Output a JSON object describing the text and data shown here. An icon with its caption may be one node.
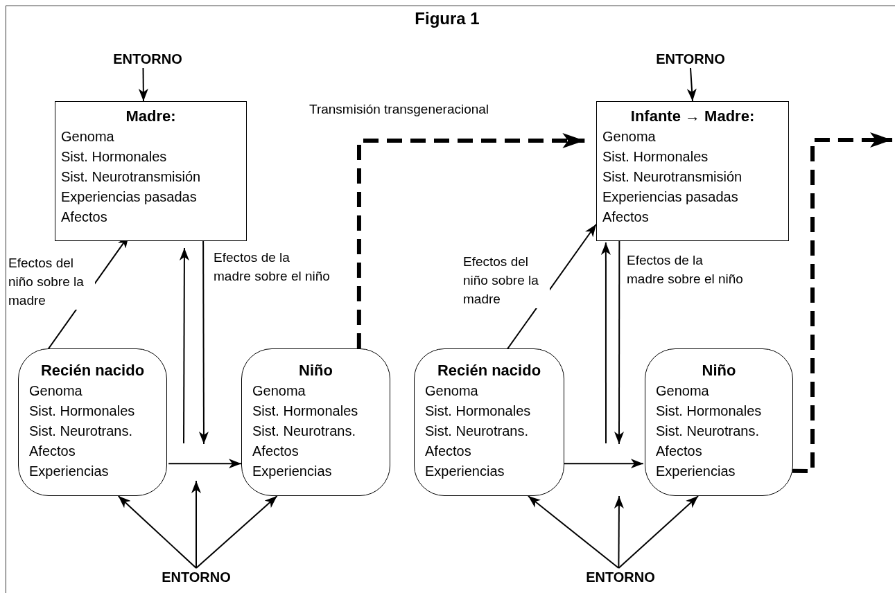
{
  "diagram": {
    "title": "Figura 1",
    "nodes": [
      {
        "text": [
          "ENTORNO"
        ]
      },
      {
        "text": [
          "Madre:",
          "Genoma",
          "Sist. Hormonales",
          "Sist. Neurotransmisión",
          "Experiencias pasadas",
          "Afectos"
        ]
      },
      {
        "text": [
          "Recién nacido",
          "Genoma",
          "Sist. Hormonales",
          "Sist. Neurotrans.",
          "Afectos",
          "Experiencias"
        ]
      },
      {
        "text": [
          "Niño",
          "Genoma",
          "Sist. Hormonales",
          "Sist. Neurotrans.",
          "Afectos",
          "Experiencias"
        ]
      },
      {
        "text": [
          "ENTORNO"
        ]
      },
      {
        "text": [
          "ENTORNO"
        ]
      },
      {
        "text": [
          "Infante → Madre:",
          "Genoma",
          "Sist. Hormonales",
          "Sist. Neurotransmisión",
          "Experiencias pasadas",
          "Afectos"
        ]
      },
      {
        "text": [
          "Recién nacido",
          "Genoma",
          "Sist. Hormonales",
          "Sist. Neurotrans.",
          "Afectos",
          "Experiencias"
        ]
      },
      {
        "text": [
          "Niño",
          "Genoma",
          "Sist. Hormonales",
          "Sist. Neurotrans.",
          "Afectos",
          "Experiencias"
        ]
      },
      {
        "text": [
          "ENTORNO"
        ]
      }
    ],
    "edges": [
      {
        "from": 0,
        "to": 1,
        "arrow": "to"
      },
      {
        "from": 2,
        "to": 1,
        "arrow": "to",
        "label": "Efectos del niño sobre la madre"
      },
      {
        "from": null,
        "to": 1,
        "arrow": "to"
      },
      {
        "from": 1,
        "to": null,
        "arrow": "to",
        "label": "Efectos de la madre sobre el niño"
      },
      {
        "from": 2,
        "to": 3,
        "arrow": "to"
      },
      {
        "from": 4,
        "to": 2,
        "arrow": "to"
      },
      {
        "from": 4,
        "to": null,
        "arrow": "to"
      },
      {
        "from": 4,
        "to": 3,
        "arrow": "to"
      },
      {
        "from": 3,
        "to": 6,
        "arrow": "to",
        "style": "dashed",
        "label": "Transmisión transgeneracional"
      },
      {
        "from": 5,
        "to": 6,
        "arrow": "to"
      },
      {
        "from": 7,
        "to": 6,
        "arrow": "to",
        "label": "Efectos del niño sobre la madre"
      },
      {
        "from": null,
        "to": 6,
        "arrow": "to"
      },
      {
        "from": 6,
        "to": null,
        "arrow": "to",
        "label": "Efectos de la madre sobre el niño"
      },
      {
        "from": 7,
        "to": 8,
        "arrow": "to"
      },
      {
        "from": 9,
        "to": 7,
        "arrow": "to"
      },
      {
        "from": 9,
        "to": null,
        "arrow": "to"
      },
      {
        "from": 9,
        "to": 8,
        "arrow": "to"
      },
      {
        "from": 8,
        "to": null,
        "arrow": "to",
        "style": "dashed"
      }
    ]
  }
}
